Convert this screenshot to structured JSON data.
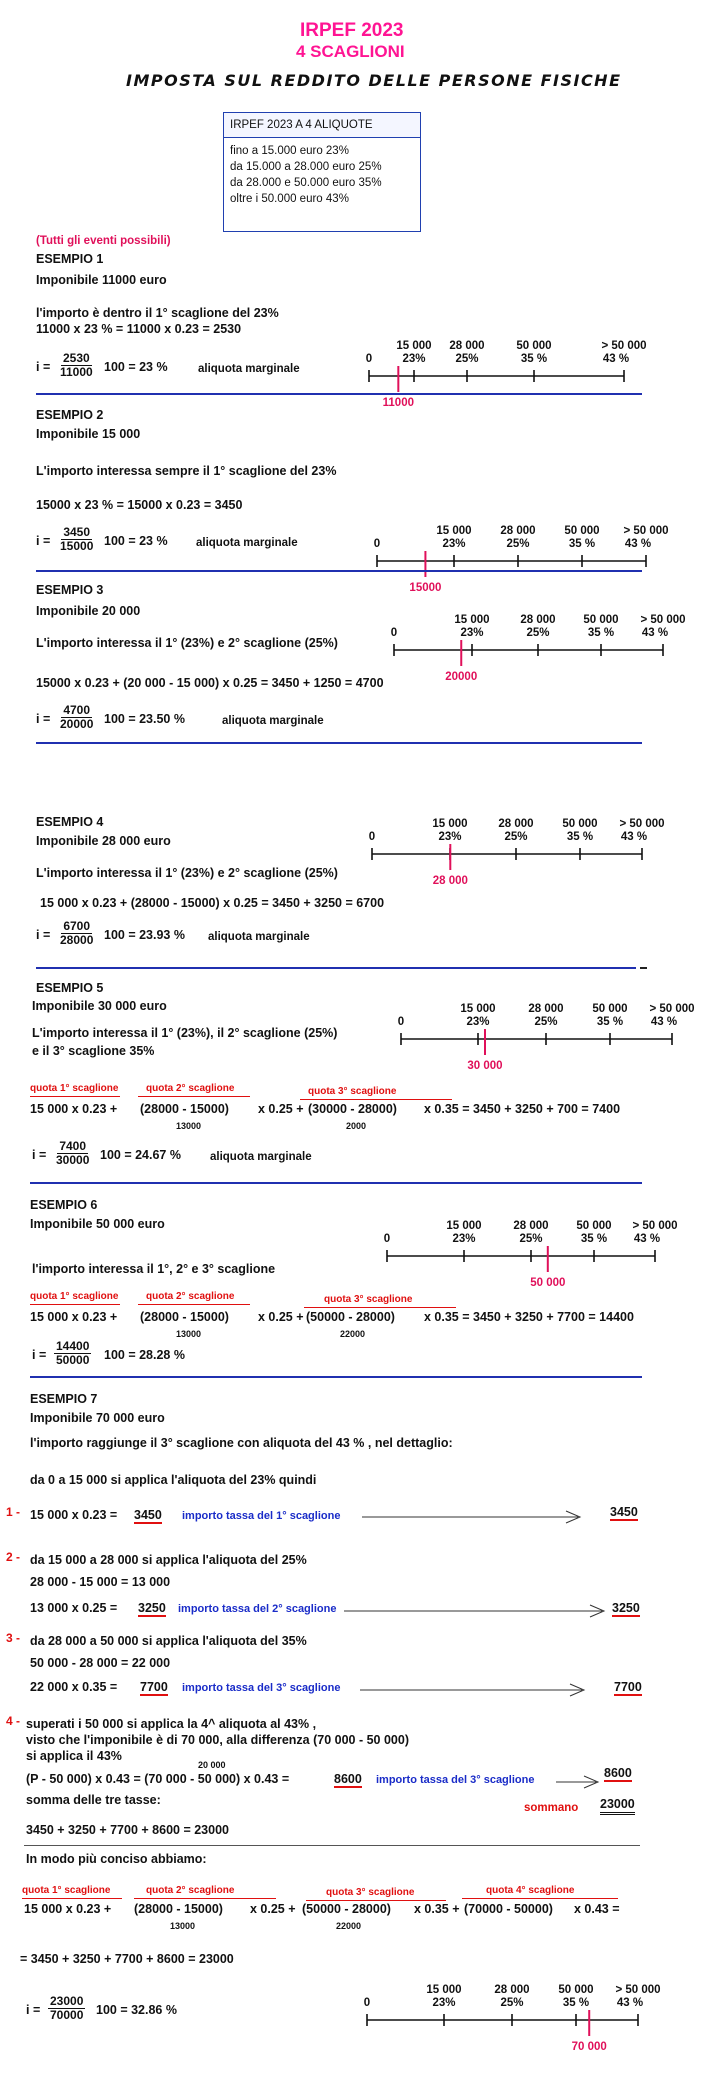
{
  "header": {
    "title1": "IRPEF  2023",
    "title2": "4 SCAGLIONI",
    "title3": "IMPOSTA SUL REDDITO DELLE PERSONE FISICHE"
  },
  "box": {
    "heading": "IRPEF 2023 A 4 ALIQUOTE",
    "lines": [
      "fino a 15.000 euro 23%",
      "da 15.000 a 28.000 euro 25%",
      "da 28.000 e 50.000 euro 35%",
      "oltre i 50.000 euro 43%"
    ]
  },
  "note": "(Tutti gli eventi possibili)",
  "scale": {
    "zero": "0",
    "thresholds": [
      "15 000",
      "28 000",
      "50 000",
      "> 50 000"
    ],
    "rates": [
      "23%",
      "25%",
      "35 %",
      "43 %"
    ]
  },
  "ex1": {
    "title": "ESEMPIO 1",
    "sub": "Imponibile 11000 euro",
    "l1": "l'importo è dentro il 1° scaglione del 23%",
    "l2": "11000 x 23 % = 11000 x 0.23 = 2530",
    "i": "i =",
    "num": "2530",
    "den": "11000",
    "res": "100 = 23 %",
    "label": "aliquota marginale",
    "marker": "11000"
  },
  "ex2": {
    "title": "ESEMPIO 2",
    "sub": "Imponibile 15 000",
    "l1": "L'importo interessa sempre il 1° scaglione  del 23%",
    "l2": "15000 x 23 % = 15000 x 0.23 =  3450",
    "i": "i =",
    "num": "3450",
    "den": "15000",
    "res": "100 =  23 %",
    "label": "aliquota marginale",
    "marker": "15000"
  },
  "ex3": {
    "title": "ESEMPIO 3",
    "sub": "Imponibile 20 000",
    "l1": "L'importo interessa il 1° (23%) e 2° scaglione (25%)",
    "l2": "15000 x 0.23 + (20 000 - 15 000) x 0.25 = 3450 + 1250 = 4700",
    "i": "i =",
    "num": "4700",
    "den": "20000",
    "res": "100 =  23.50   %",
    "label": "aliquota marginale",
    "marker": "20000"
  },
  "ex4": {
    "title": "ESEMPIO  4",
    "sub": "Imponibile  28 000  euro",
    "l1": "L'importo interessa il 1° (23%) e 2° scaglione (25%)",
    "l2": "15 000 x 0.23  + (28000 - 15000) x 0.25 = 3450 + 3250 = 6700",
    "i": "i =",
    "num": "6700",
    "den": "28000",
    "res": "100 = 23.93 %",
    "label": "aliquota marginale",
    "marker": "28 000"
  },
  "ex5": {
    "title": "ESEMPIO  5",
    "sub": "Imponibile   30 000   euro",
    "l1": "L'importo interessa il 1° (23%), il 2° scaglione (25%)",
    "l1b": "e il 3° scaglione 35%",
    "q1": "quota 1° scaglione",
    "q2": "quota 2° scaglione",
    "q3": "quota 3° scaglione",
    "f1": "15 000 x 0.23 +",
    "f2": "(28000 - 15000)",
    "f3": "x 0.25 +",
    "f4": "(30000 - 28000)",
    "f5": "x 0.35 = 3450 + 3250 + 700 = 7400",
    "s2": "13000",
    "s3": "2000",
    "i": "i =",
    "num": "7400",
    "den": "30000",
    "res": "100 = 24.67  %",
    "label": "aliquota marginale",
    "marker": "30 000"
  },
  "ex6": {
    "title": "ESEMPIO  6",
    "sub": "Imponibile   50 000   euro",
    "l1": "l'importo  interessa il 1°, 2° e 3° scaglione",
    "q1": "quota 1° scaglione",
    "q2": "quota 2° scaglione",
    "q3": "quota 3° scaglione",
    "f1": "15 000 x 0.23 +",
    "f2": "(28000 - 15000)",
    "f3": "x 0.25 +",
    "f4": "(50000 - 28000)",
    "f5": "x 0.35 =  3450 + 3250 + 7700  = 14400",
    "s2": "13000",
    "s3": "22000",
    "i": "i =",
    "num": "14400",
    "den": "50000",
    "res": "100 = 28.28  %",
    "marker": "50 000"
  },
  "ex7": {
    "title": "ESEMPIO  7",
    "sub": "Imponibile   70 000   euro",
    "l1": "l'importo  raggiunge il 3° scaglione con aliquota  del  43 % , nel dettaglio:",
    "l2": "da 0 a 15 000  si applica l'aliquota del 23% quindi",
    "n1": "1 -",
    "r1a": "15 000 x 0.23 =",
    "r1v": "3450",
    "r1t": "importo tassa del 1° scaglione",
    "r1res": "3450",
    "n2": "2 -",
    "r2h": "da 15 000 a 28 000 si applica l'aliquota del  25%",
    "r2s": "28 000  - 15 000 = 13 000",
    "r2a": "13 000  x 0.25 =",
    "r2v": "3250",
    "r2t": "importo tassa del 2° scaglione",
    "r2res": "3250",
    "n3": "3 -",
    "r3h": "da 28 000 a 50 000 si applica l'aliquota del  35%",
    "r3s": "50 000 - 28 000 =  22 000",
    "r3a": "22 000  x 0.35 =",
    "r3v": "7700",
    "r3t": "importo tassa del  3° scaglione",
    "r3res": "7700",
    "n4": "4 -",
    "r4h1": "superati i 50 000 si applica la 4^ aliquota al 43% ,",
    "r4h2": "visto che l'imponibile è di 70 000, alla differenza (70 000 - 50 000)",
    "r4h3": "si applica il 43%",
    "r4sup": "20 000",
    "r4a": "(P - 50 000) x 0.43 = (70 000 - 50 000) x 0.43 =",
    "r4v": "8600",
    "r4t": "importo tassa del 3° scaglione",
    "r4res": "8600",
    "sumlabel": "somma delle tre tasse:",
    "sommano": "sommano",
    "total": "23000",
    "sumline": "3450 + 3250 + 7700 + 8600 =  23000",
    "concise": "In modo più conciso abbiamo:",
    "q1": "quota 1° scaglione",
    "q2": "quota 2° scaglione",
    "q3": "quota 3° scaglione",
    "q4": "quota 4° scaglione",
    "f1": "15 000 x 0.23 +",
    "f2": "(28000 - 15000)",
    "f3": "x 0.25 +",
    "f4": "(50000 - 28000)",
    "f5": "x 0.35 +",
    "f6": "(70000 - 50000)",
    "f7": "x 0.43 =",
    "s2": "13000",
    "s3": "22000",
    "eq": "= 3450 + 3250 + 7700 + 8600 = 23000",
    "i": "i =",
    "num": "23000",
    "den": "70000",
    "res": "100 = 32.86  %",
    "marker": "70 000"
  }
}
